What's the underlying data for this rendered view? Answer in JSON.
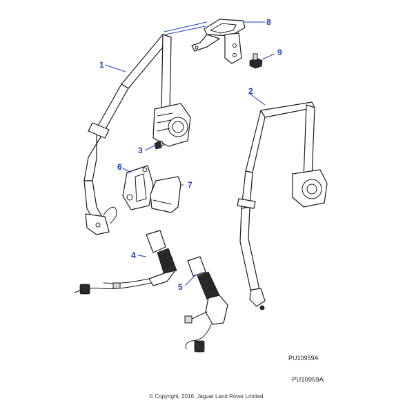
{
  "callouts": {
    "c1": "1",
    "c2": "2",
    "c3": "3",
    "c4": "4",
    "c5": "5",
    "c6": "6",
    "c7": "7",
    "c8": "8",
    "c9": "9"
  },
  "reference_code_small": "PU10959A",
  "reference_code_large": "PU10959A",
  "copyright": "© Copyright, 2016. Jaguar Land Rover Limited.",
  "colors": {
    "callout": "#1a3fcf",
    "line": "#1a1a1a"
  }
}
